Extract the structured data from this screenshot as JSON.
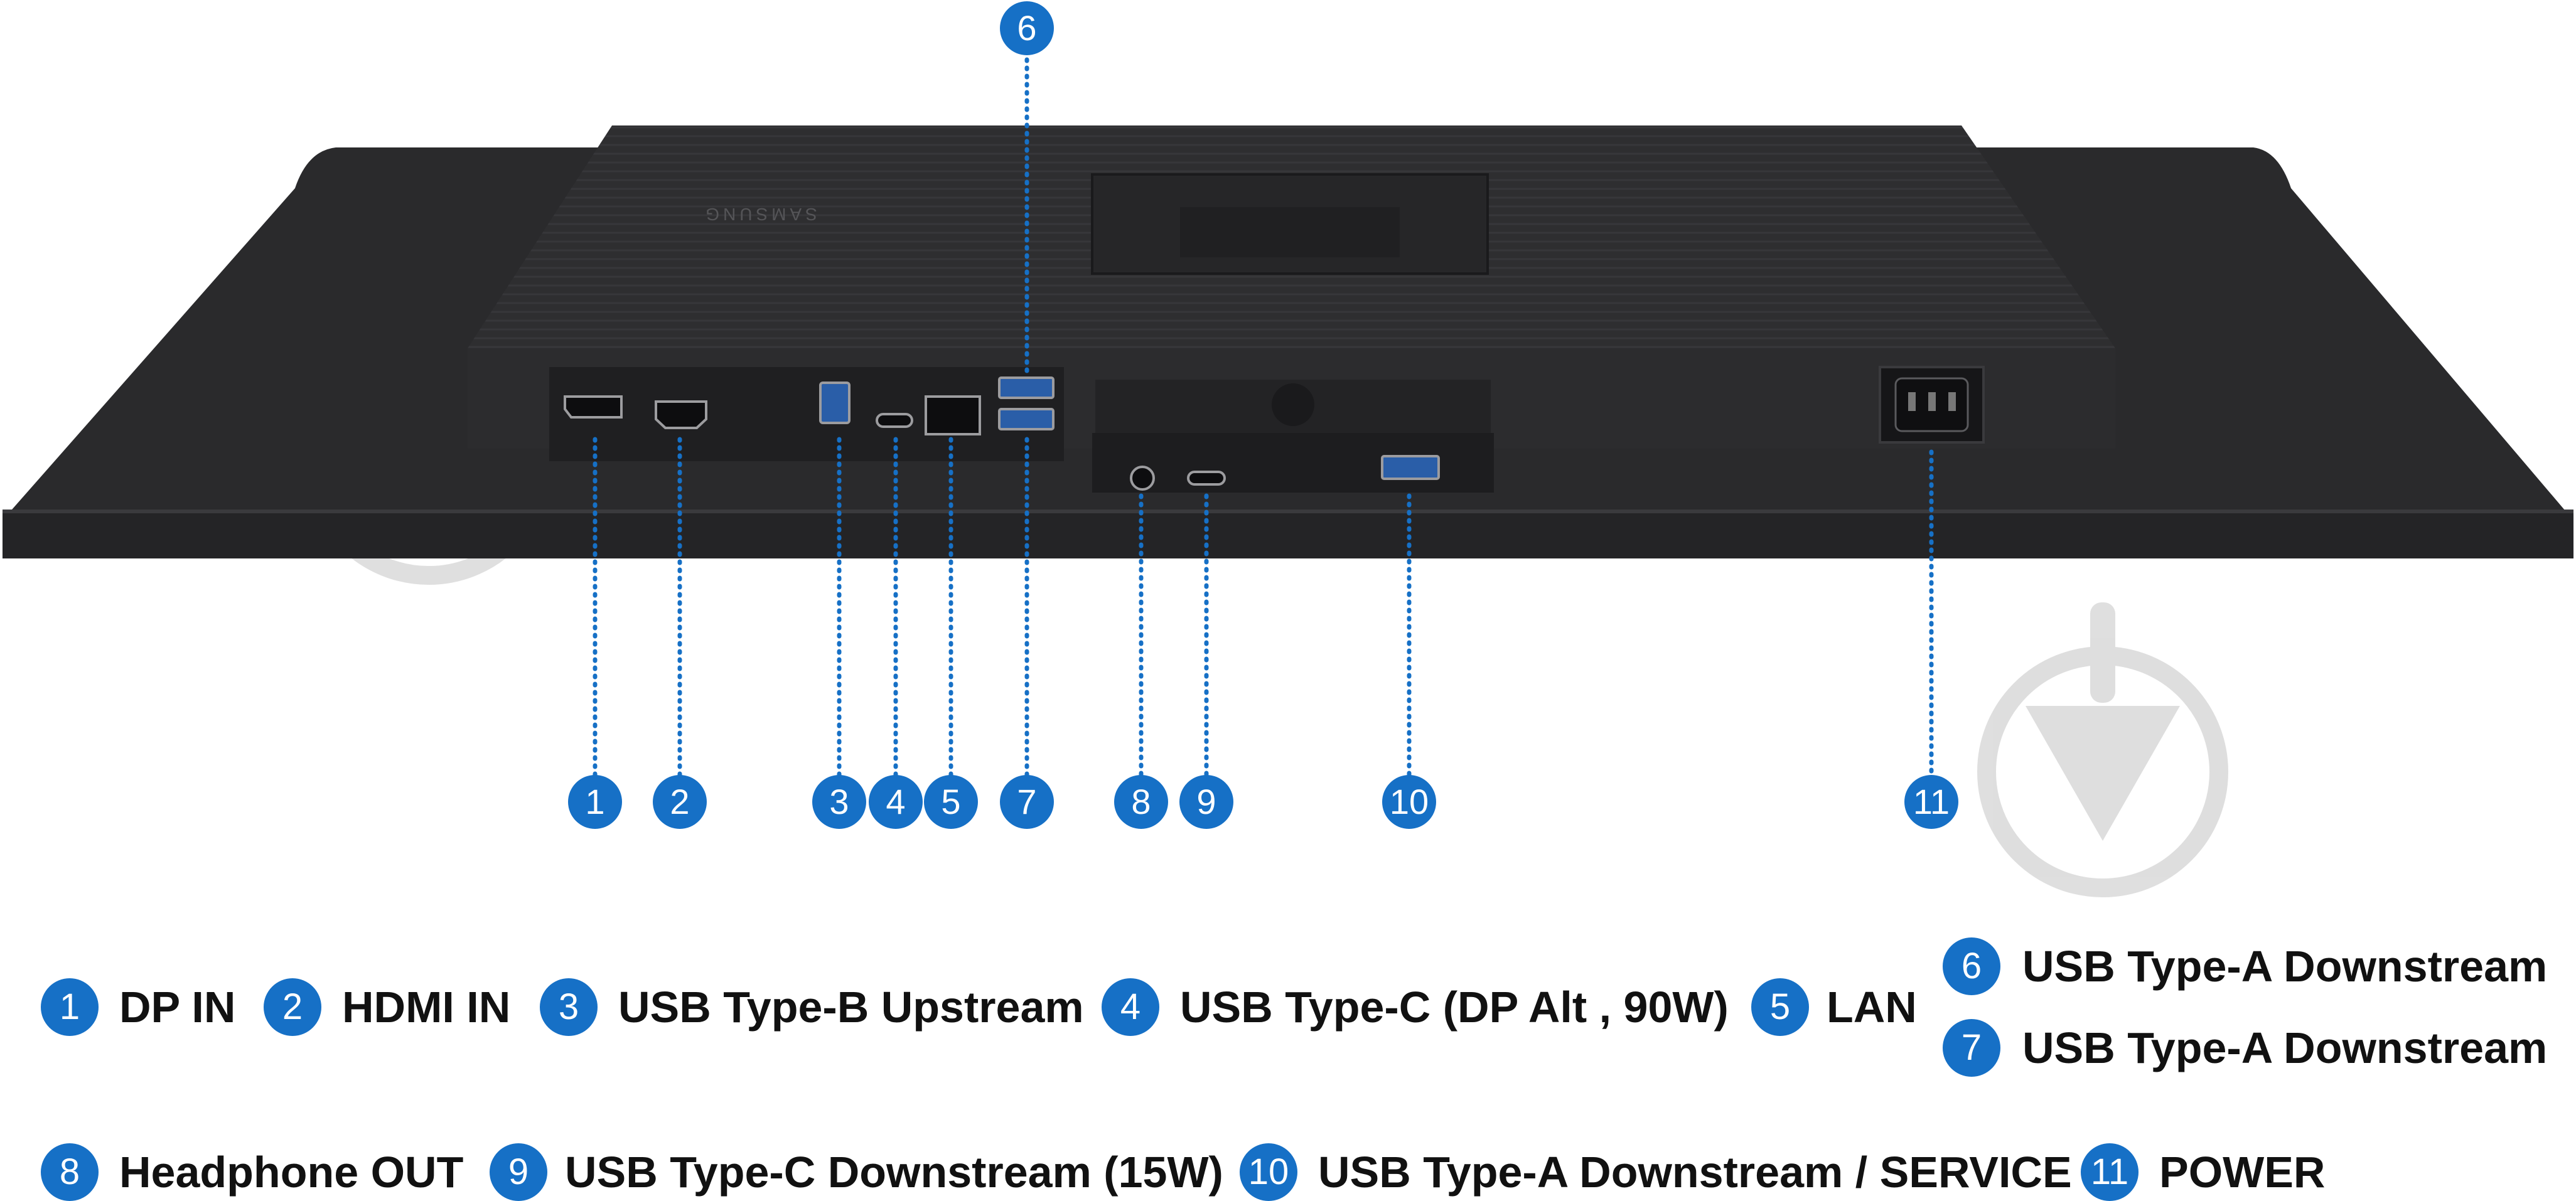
{
  "brand": "SAMSUNG",
  "colors": {
    "accent": "#1670c6",
    "monitor": "#2b2b2d",
    "text": "#111111"
  },
  "callouts": [
    {
      "num": "1"
    },
    {
      "num": "2"
    },
    {
      "num": "3"
    },
    {
      "num": "4"
    },
    {
      "num": "5"
    },
    {
      "num": "6"
    },
    {
      "num": "7"
    },
    {
      "num": "8"
    },
    {
      "num": "9"
    },
    {
      "num": "10"
    },
    {
      "num": "11"
    }
  ],
  "legend": [
    {
      "num": "1",
      "label": "DP IN"
    },
    {
      "num": "2",
      "label": "HDMI IN"
    },
    {
      "num": "3",
      "label": "USB Type-B Upstream"
    },
    {
      "num": "4",
      "label": "USB Type-C (DP Alt , 90W)"
    },
    {
      "num": "5",
      "label": "LAN"
    },
    {
      "num": "6",
      "label": "USB Type-A Downstream"
    },
    {
      "num": "7",
      "label": "USB Type-A Downstream"
    },
    {
      "num": "8",
      "label": "Headphone OUT"
    },
    {
      "num": "9",
      "label": "USB Type-C Downstream (15W)"
    },
    {
      "num": "10",
      "label": "USB Type-A Downstream / SERVICE"
    },
    {
      "num": "11",
      "label": "POWER"
    }
  ]
}
